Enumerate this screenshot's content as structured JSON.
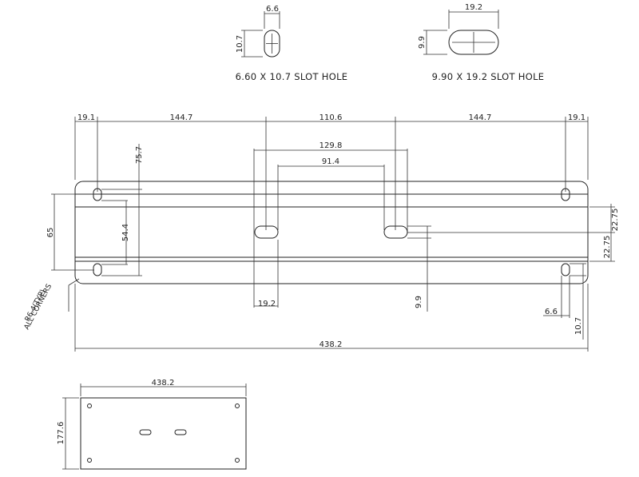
{
  "slot_small": {
    "width_label": "6.6",
    "height_label": "10.7",
    "caption": "6.60 X 10.7 SLOT HOLE"
  },
  "slot_large": {
    "width_label": "19.2",
    "height_label": "9.9",
    "caption": "9.90 X 19.2 SLOT HOLE"
  },
  "main": {
    "dims_top": [
      "19.1",
      "144.7",
      "110.6",
      "144.7",
      "19.1"
    ],
    "dim_129": "129.8",
    "dim_91": "91.4",
    "dim_75": "75.7",
    "dim_54": "54.4",
    "dim_65": "65",
    "dim_2275a": "22.75",
    "dim_2275b": "22.75",
    "dim_192_bottom": "19.2",
    "dim_99_bottom": "9.9",
    "dim_66_bottom": "6.6",
    "dim_107_bottom": "10.7",
    "dim_total": "438.2",
    "corner_note_1": "R6.4(TYP)",
    "corner_note_2": "ALL CORNERS"
  },
  "plan": {
    "width_label": "438.2",
    "height_label": "177.6"
  }
}
